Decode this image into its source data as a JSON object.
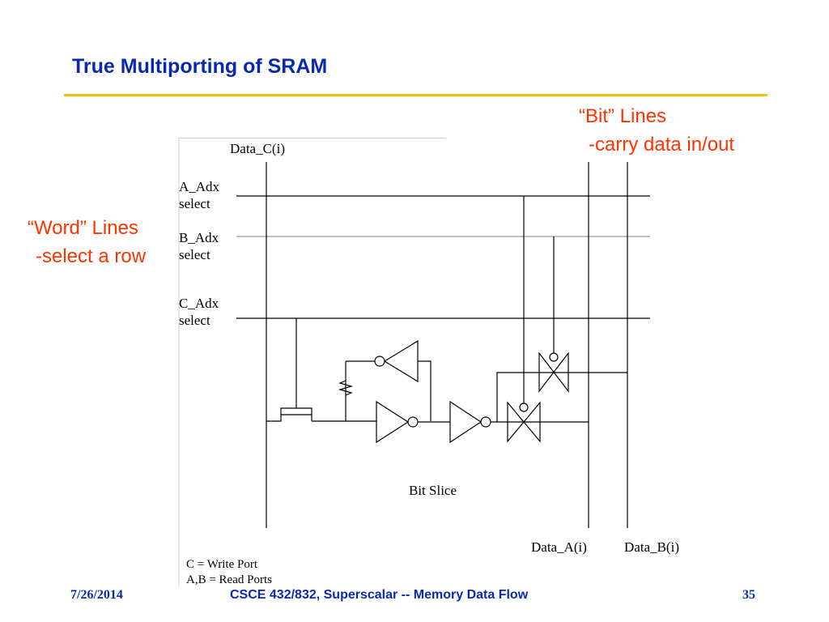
{
  "slide": {
    "title": "True Multiporting of SRAM"
  },
  "callouts": {
    "bit_lines_title": "“Bit” Lines",
    "bit_lines_desc": "-carry data in/out",
    "word_lines_title": "“Word” Lines",
    "word_lines_desc": "-select a row"
  },
  "diagram": {
    "data_c": "Data_C(i)",
    "a_adx": "A_Adx",
    "a_select": "select",
    "b_adx": "B_Adx",
    "b_select": "select",
    "c_adx": "C_Adx",
    "c_select": "select",
    "bit_slice": "Bit Slice",
    "data_a": "Data_A(i)",
    "data_b": "Data_B(i)",
    "legend_write": "C = Write Port",
    "legend_read": "A,B = Read Ports"
  },
  "footer": {
    "date": "7/26/2014",
    "course": "CSCE 432/832, Superscalar -- Memory Data Flow",
    "page": "35"
  },
  "colors": {
    "title": "#0a29b0",
    "rule": "#f2c200",
    "callout": "#ff3300"
  }
}
